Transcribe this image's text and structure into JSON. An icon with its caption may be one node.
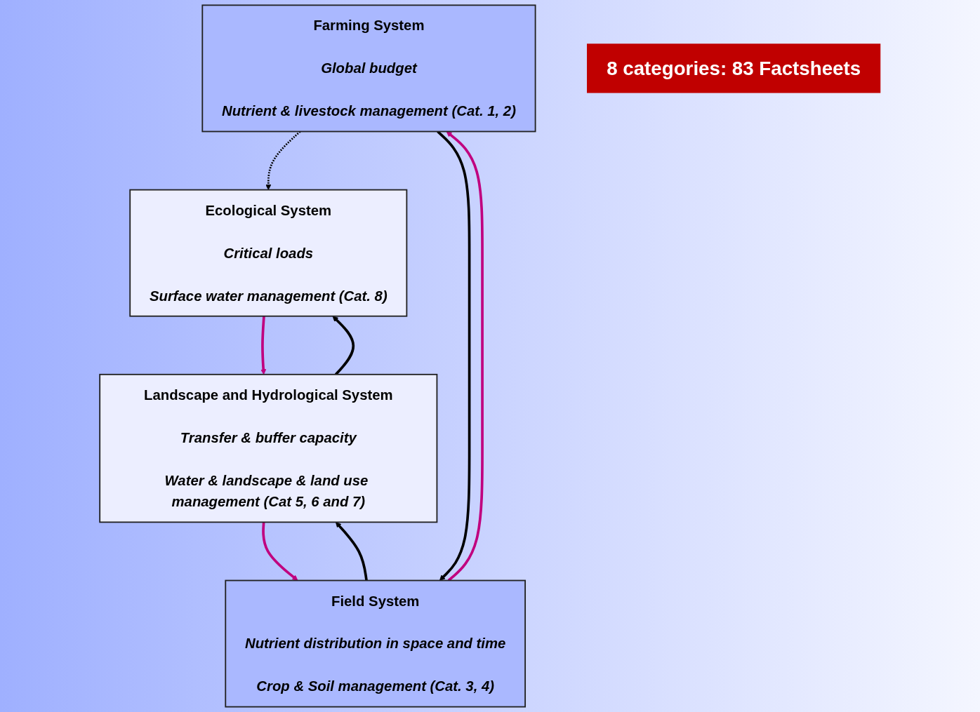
{
  "diagram": {
    "nodes": [
      {
        "text": [
          "Farming System",
          "Global budget",
          "Nutrient & livestock management (Cat. 1, 2)"
        ]
      },
      {
        "text": [
          "Ecological System",
          "Critical loads",
          "Surface water management (Cat. 8)"
        ]
      },
      {
        "text": [
          "8 categories: 83 Factsheets"
        ]
      },
      {
        "text": [
          "Field System",
          "Nutrient distribution in space and time",
          "Crop & Soil management (Cat. 3, 4)"
        ]
      },
      {
        "text": [
          "Landscape and Hydrological System",
          "Transfer & buffer capacity",
          "Water & landscape & land use management (Cat 5, 6 and 7)"
        ]
      }
    ],
    "edges": [
      {
        "from": 0,
        "to": 1,
        "arrow": "to",
        "style": "dashed"
      },
      {
        "from": 0,
        "to": 3,
        "arrow": "to"
      },
      {
        "from": 3,
        "to": 0,
        "arrow": "to",
        "color": "#c0007f"
      },
      {
        "from": 4,
        "to": 1,
        "arrow": "to"
      },
      {
        "from": 1,
        "to": 4,
        "arrow": "to",
        "color": "#c0007f"
      },
      {
        "from": 3,
        "to": 4,
        "arrow": "to"
      },
      {
        "from": 4,
        "to": 3,
        "arrow": "to",
        "color": "#c0007f"
      }
    ]
  }
}
